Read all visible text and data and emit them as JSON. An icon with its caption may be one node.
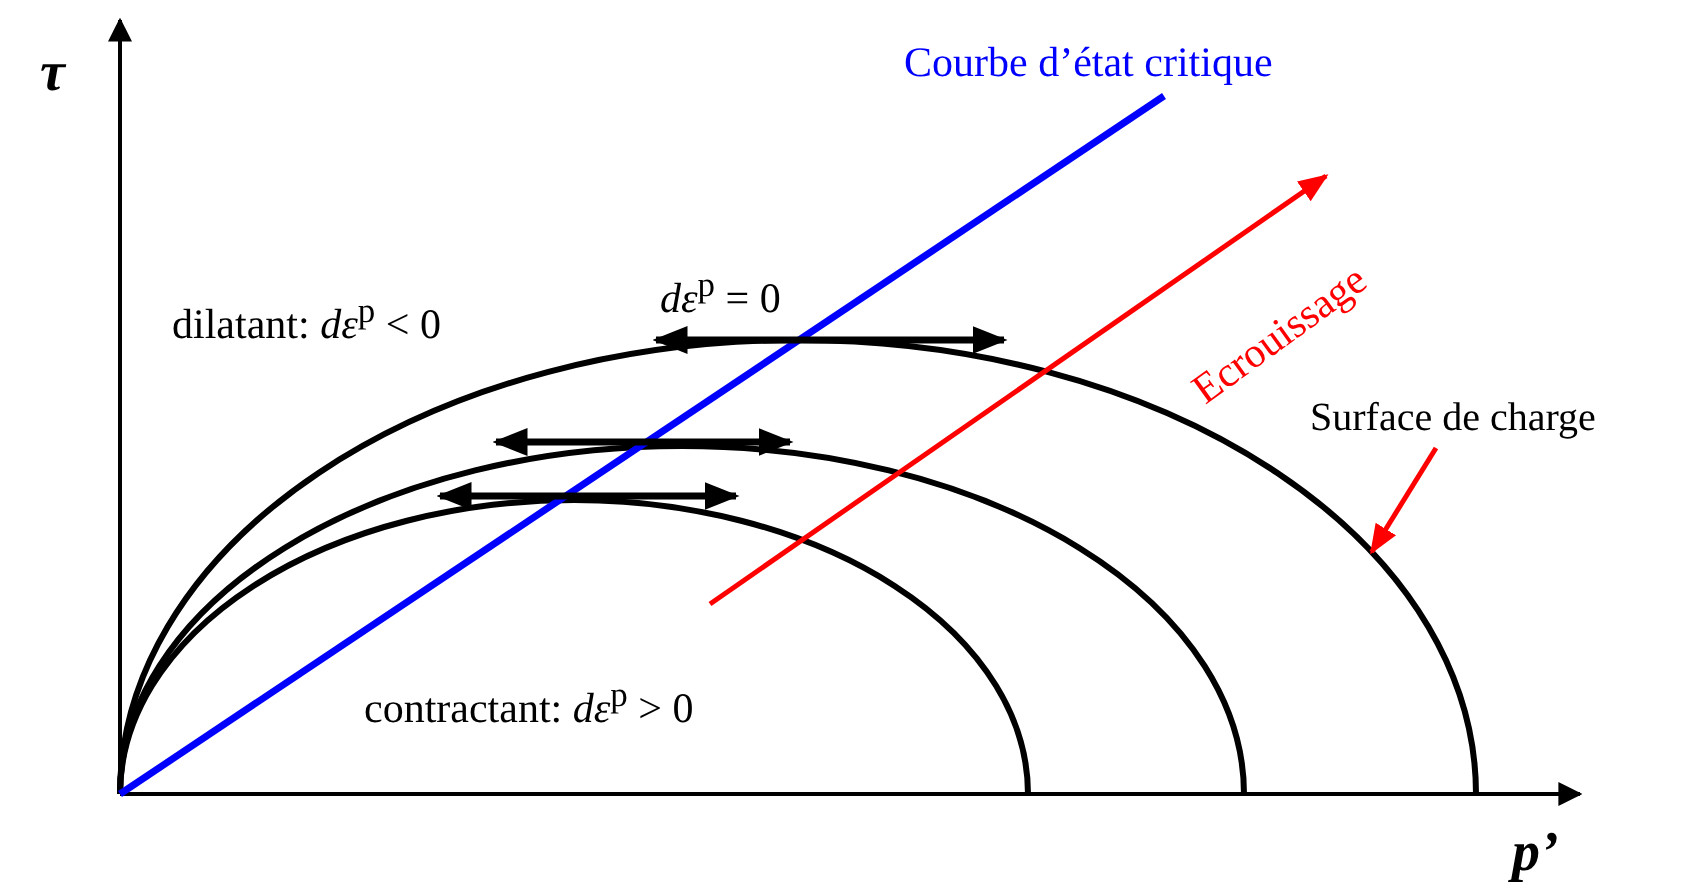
{
  "diagram": {
    "nodes": [
      {
        "text": [
          "Surface de charge"
        ]
      },
      {
        "text": [],
        "shape": "arc"
      }
    ],
    "edges": [
      {
        "from": 0,
        "to": 1,
        "arrow": "to",
        "color": "#ff0000"
      }
    ],
    "labels": [
      "τ",
      "Courbe d’état critique",
      "Ecrouissage",
      "dilatant: *dε*$^{p}$ < 0",
      "*dε*$^{p}$ = 0",
      "contractant: *dε*$^{p}$ > 0",
      "p’"
    ]
  }
}
